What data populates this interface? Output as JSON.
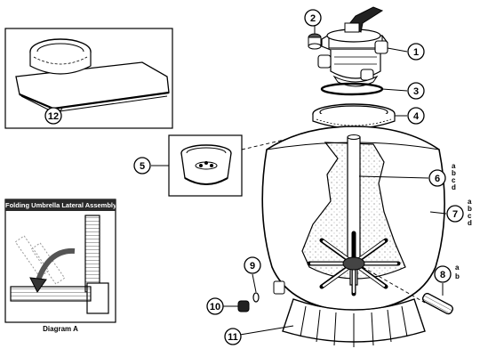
{
  "callouts": {
    "c1": "1",
    "c2": "2",
    "c3": "3",
    "c4": "4",
    "c5": "5",
    "c6": "6",
    "c7": "7",
    "c8": "8",
    "c9": "9",
    "c10": "10",
    "c11": "11",
    "c12": "12"
  },
  "sub_letters": {
    "part6": [
      "a",
      "b",
      "c",
      "d"
    ],
    "part7": [
      "a",
      "b",
      "c",
      "d"
    ],
    "part8": [
      "a",
      "b"
    ]
  },
  "inset": {
    "title": "Folding Umbrella Lateral Assembly",
    "caption": "Diagram A"
  }
}
